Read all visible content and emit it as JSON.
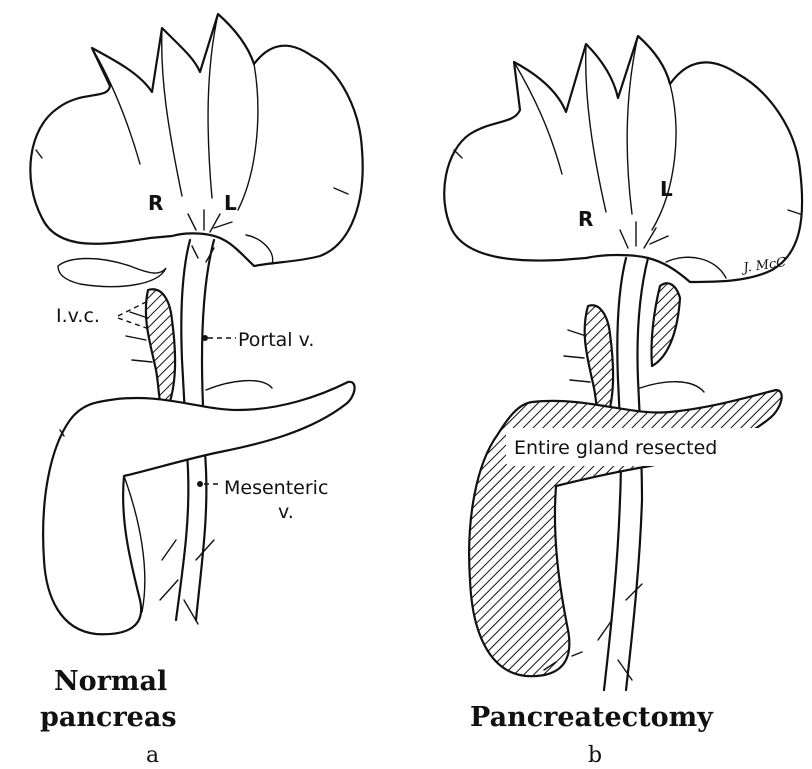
{
  "panel_a": {
    "liver_labels": {
      "right": "R",
      "left": "L"
    },
    "callouts": {
      "ivc": "I.v.c.",
      "portal": "Portal v.",
      "mesenteric_line1": "Mesenteric",
      "mesenteric_line2": "v."
    },
    "caption_line1": "Normal",
    "caption_line2": "pancreas",
    "letter": "a"
  },
  "panel_b": {
    "liver_labels": {
      "right": "R",
      "left": "L"
    },
    "gland_label": "Entire gland resected",
    "caption": "Pancreatectomy",
    "letter": "b"
  },
  "signature": "J. McC"
}
